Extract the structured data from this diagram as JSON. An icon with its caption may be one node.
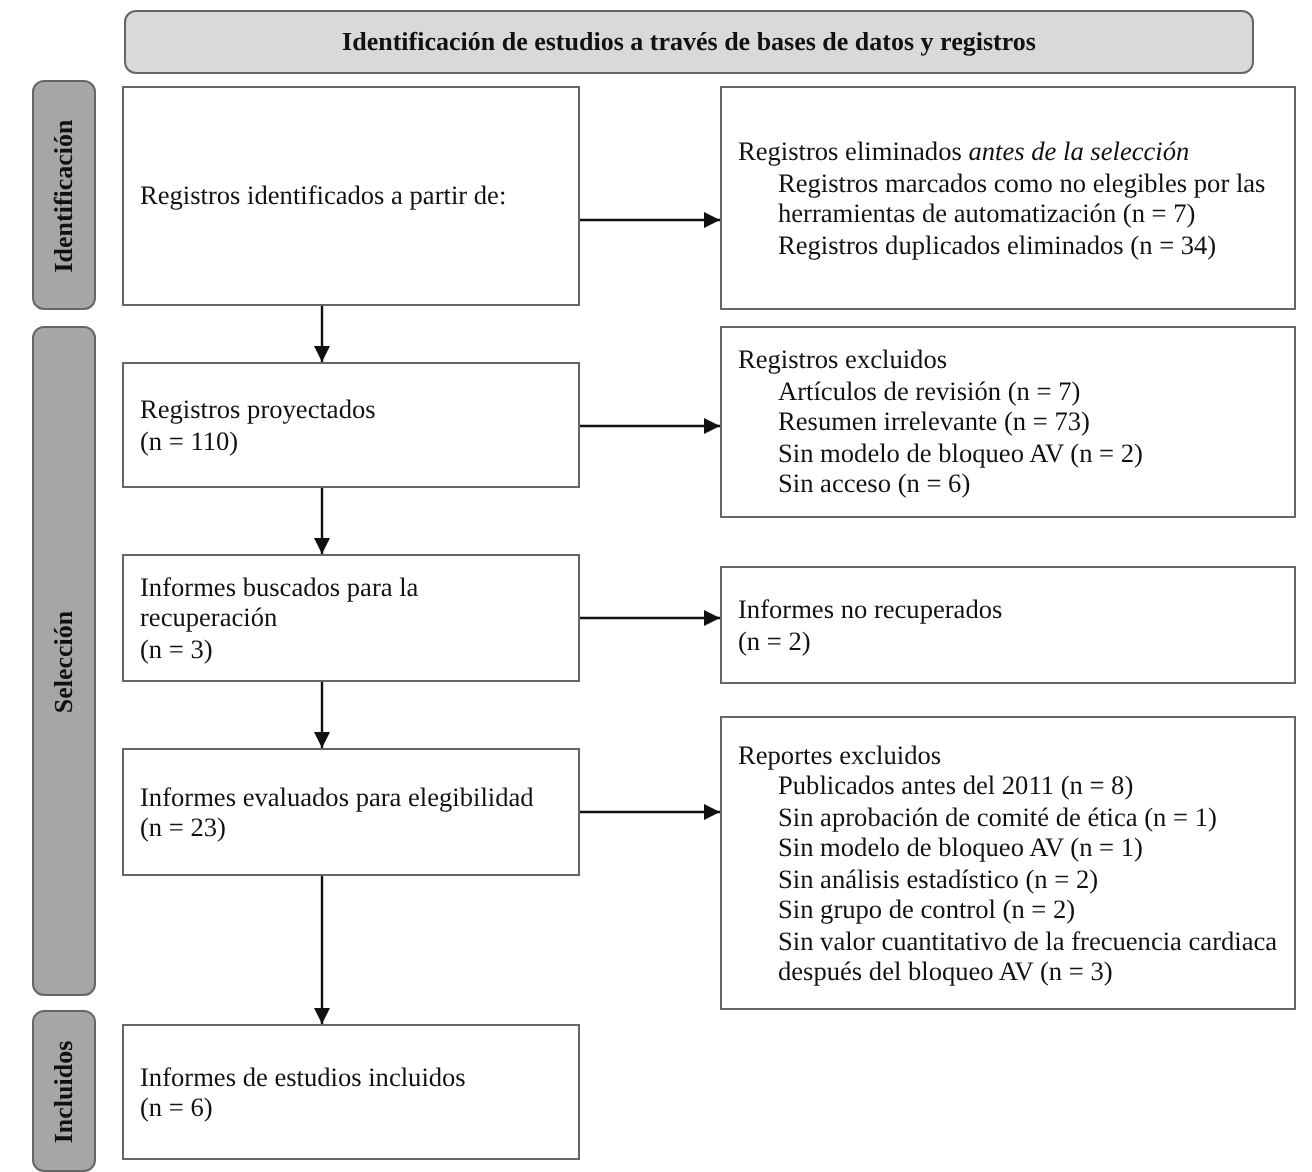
{
  "diagram": {
    "nodes": [
      {
        "text": [
          "Identificación de estudios a través de bases de datos y registros"
        ]
      },
      {
        "text": [
          "Identificación"
        ]
      },
      {
        "text": [
          "Selección"
        ]
      },
      {
        "text": [
          "Incluidos"
        ]
      },
      {
        "text": [
          "Registros identificados a partir de:"
        ]
      },
      {
        "text": [
          "Registros eliminados *antes de la selección*",
          "Registros marcados como no elegibles por las herramientas de automatización (n = 7)",
          "Registros duplicados eliminados (n = 34)"
        ]
      },
      {
        "text": [
          "Registros proyectados",
          "(n = 110)"
        ]
      },
      {
        "text": [
          "Registros excluidos",
          "Artículos de revisión (n = 7)",
          "Resumen irrelevante (n = 73)",
          "Sin modelo de bloqueo AV (n = 2)",
          "Sin acceso (n = 6)"
        ]
      },
      {
        "text": [
          "Informes buscados para la recuperación",
          "(n = 3)"
        ]
      },
      {
        "text": [
          "Informes no recuperados",
          "(n = 2)"
        ]
      },
      {
        "text": [
          "Informes evaluados para elegibilidad",
          "(n = 23)"
        ]
      },
      {
        "text": [
          "Reportes excluidos",
          "Publicados antes del 2011 (n = 8)",
          "Sin aprobación de comité de ética (n = 1)",
          "Sin modelo de bloqueo AV (n = 1)",
          "Sin análisis estadístico (n = 2)",
          "Sin grupo de control (n = 2)",
          "Sin valor cuantitativo de la frecuencia cardiaca después del bloqueo AV (n = 3)"
        ]
      },
      {
        "text": [
          "Informes de estudios incluidos",
          "(n = 6)"
        ]
      }
    ],
    "edges": [
      {
        "from": 4,
        "to": 5,
        "arrow": "to"
      },
      {
        "from": 4,
        "to": 6,
        "arrow": "to"
      },
      {
        "from": 6,
        "to": 7,
        "arrow": "to"
      },
      {
        "from": 6,
        "to": 8,
        "arrow": "to"
      },
      {
        "from": 8,
        "to": 9,
        "arrow": "to"
      },
      {
        "from": 8,
        "to": 10,
        "arrow": "to"
      },
      {
        "from": 10,
        "to": 11,
        "arrow": "to"
      },
      {
        "from": 10,
        "to": 12,
        "arrow": "to"
      }
    ]
  }
}
